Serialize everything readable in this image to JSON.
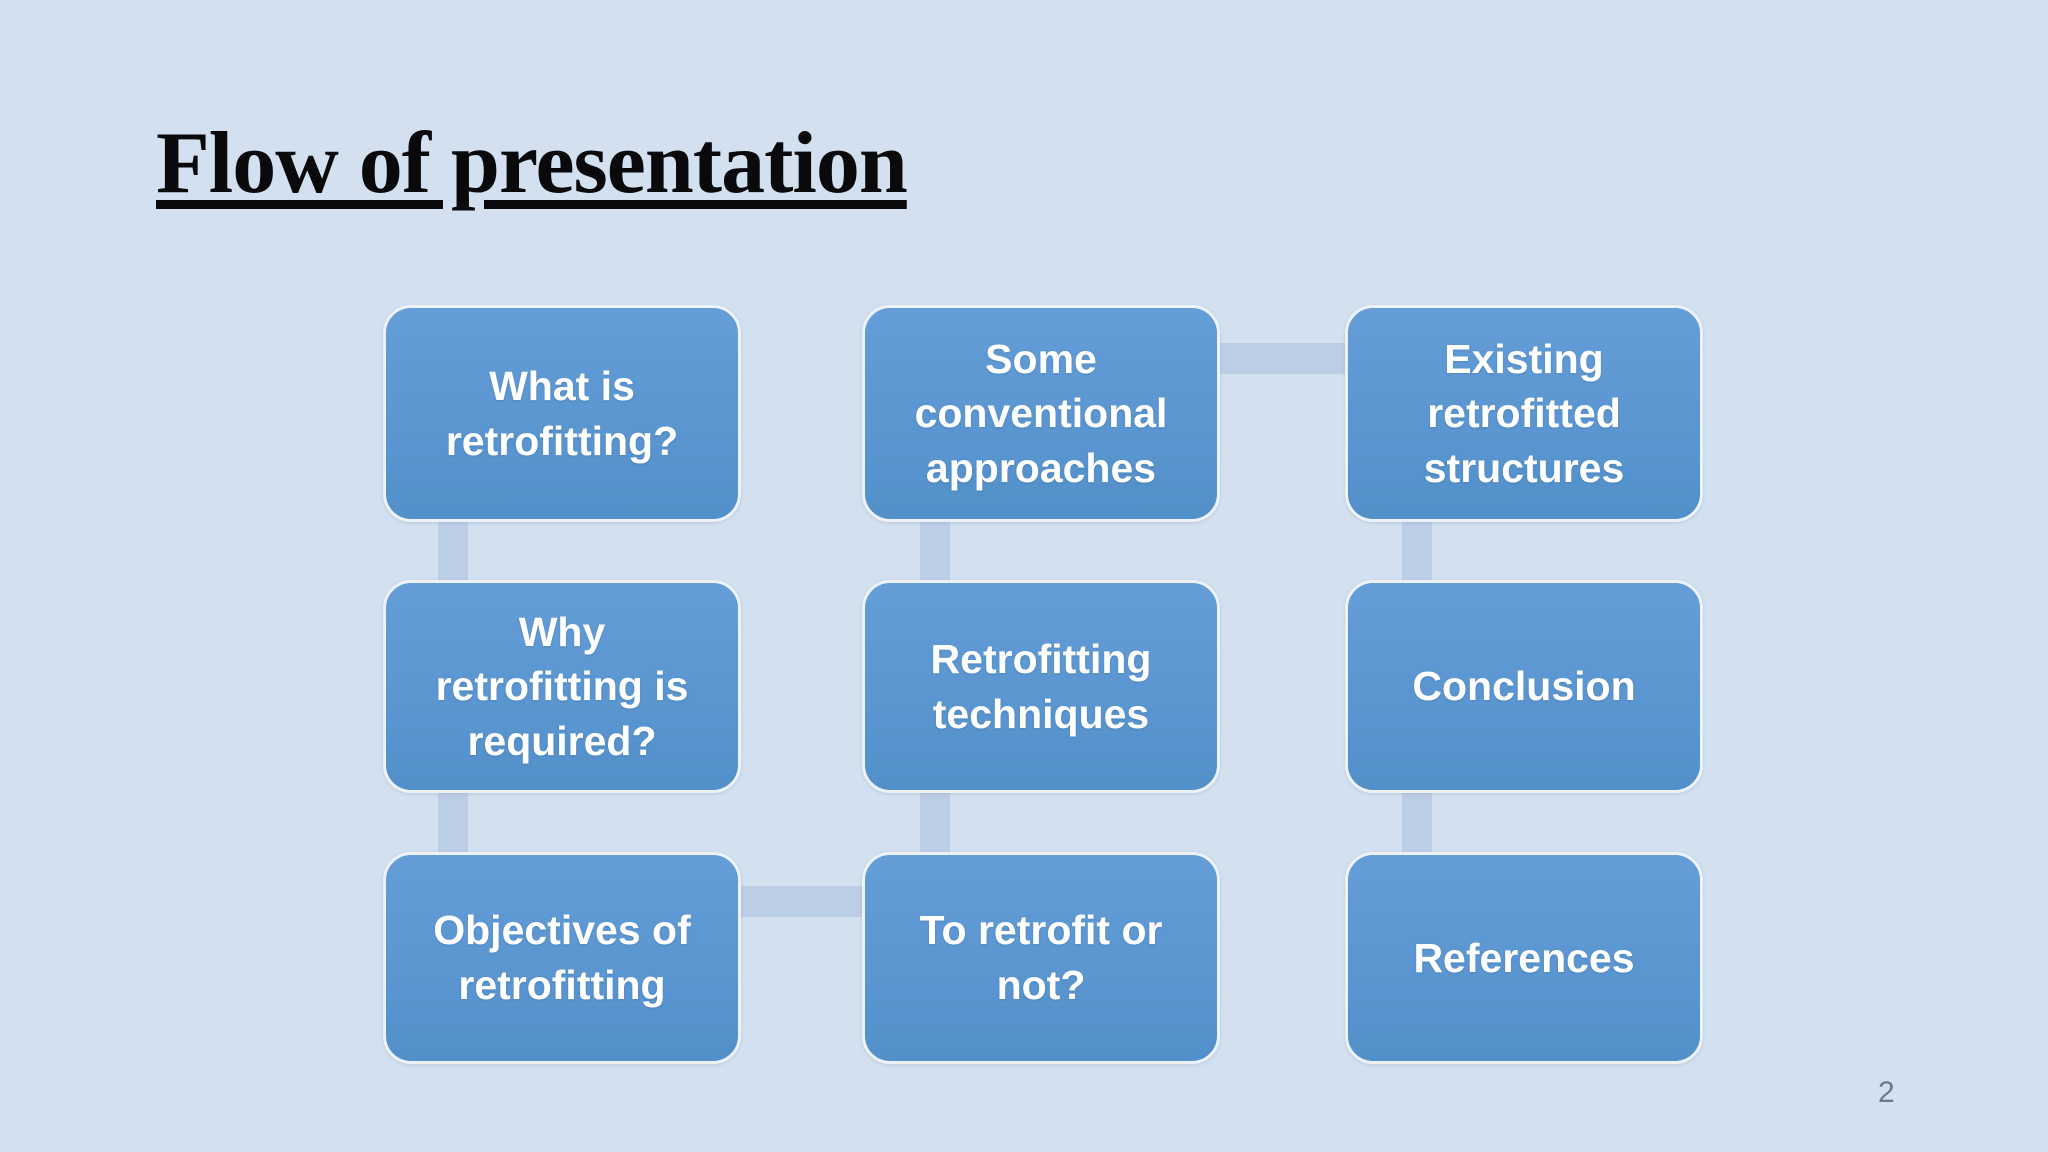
{
  "slide": {
    "title": "Flow of presentation",
    "page_number": "2",
    "colors": {
      "background": "#d2e0ef",
      "box_fill": "#5b96d1",
      "box_border": "#edf2f9",
      "box_text": "#ffffff",
      "connector": "#bccee5",
      "title_text": "#0a0a0c",
      "page_number_text": "#6d7888"
    },
    "diagram": {
      "boxes": [
        {
          "id": "what-is-retrofitting",
          "label": "What is\nretrofitting?",
          "row": 1,
          "col": 1
        },
        {
          "id": "some-conventional-approaches",
          "label": "Some\nconventional\napproaches",
          "row": 1,
          "col": 2
        },
        {
          "id": "existing-retrofitted-structures",
          "label": "Existing\nretrofitted\nstructures",
          "row": 1,
          "col": 3
        },
        {
          "id": "why-retrofitting-is-required",
          "label": "Why\nretrofitting is\nrequired?",
          "row": 2,
          "col": 1
        },
        {
          "id": "retrofitting-techniques",
          "label": "Retrofitting\ntechniques",
          "row": 2,
          "col": 2
        },
        {
          "id": "conclusion",
          "label": "Conclusion",
          "row": 2,
          "col": 3
        },
        {
          "id": "objectives-of-retrofitting",
          "label": "Objectives of\nretrofitting",
          "row": 3,
          "col": 1
        },
        {
          "id": "to-retrofit-or-not",
          "label": "To retrofit or\nnot?",
          "row": 3,
          "col": 2
        },
        {
          "id": "references",
          "label": "References",
          "row": 3,
          "col": 3
        }
      ],
      "connectors": [
        {
          "between": [
            "what-is-retrofitting",
            "why-retrofitting-is-required"
          ],
          "orientation": "vertical"
        },
        {
          "between": [
            "why-retrofitting-is-required",
            "objectives-of-retrofitting"
          ],
          "orientation": "vertical"
        },
        {
          "between": [
            "objectives-of-retrofitting",
            "to-retrofit-or-not"
          ],
          "orientation": "horizontal"
        },
        {
          "between": [
            "to-retrofit-or-not",
            "retrofitting-techniques"
          ],
          "orientation": "vertical"
        },
        {
          "between": [
            "retrofitting-techniques",
            "some-conventional-approaches"
          ],
          "orientation": "vertical"
        },
        {
          "between": [
            "some-conventional-approaches",
            "existing-retrofitted-structures"
          ],
          "orientation": "horizontal"
        },
        {
          "between": [
            "existing-retrofitted-structures",
            "conclusion"
          ],
          "orientation": "vertical"
        },
        {
          "between": [
            "conclusion",
            "references"
          ],
          "orientation": "vertical"
        }
      ]
    }
  }
}
